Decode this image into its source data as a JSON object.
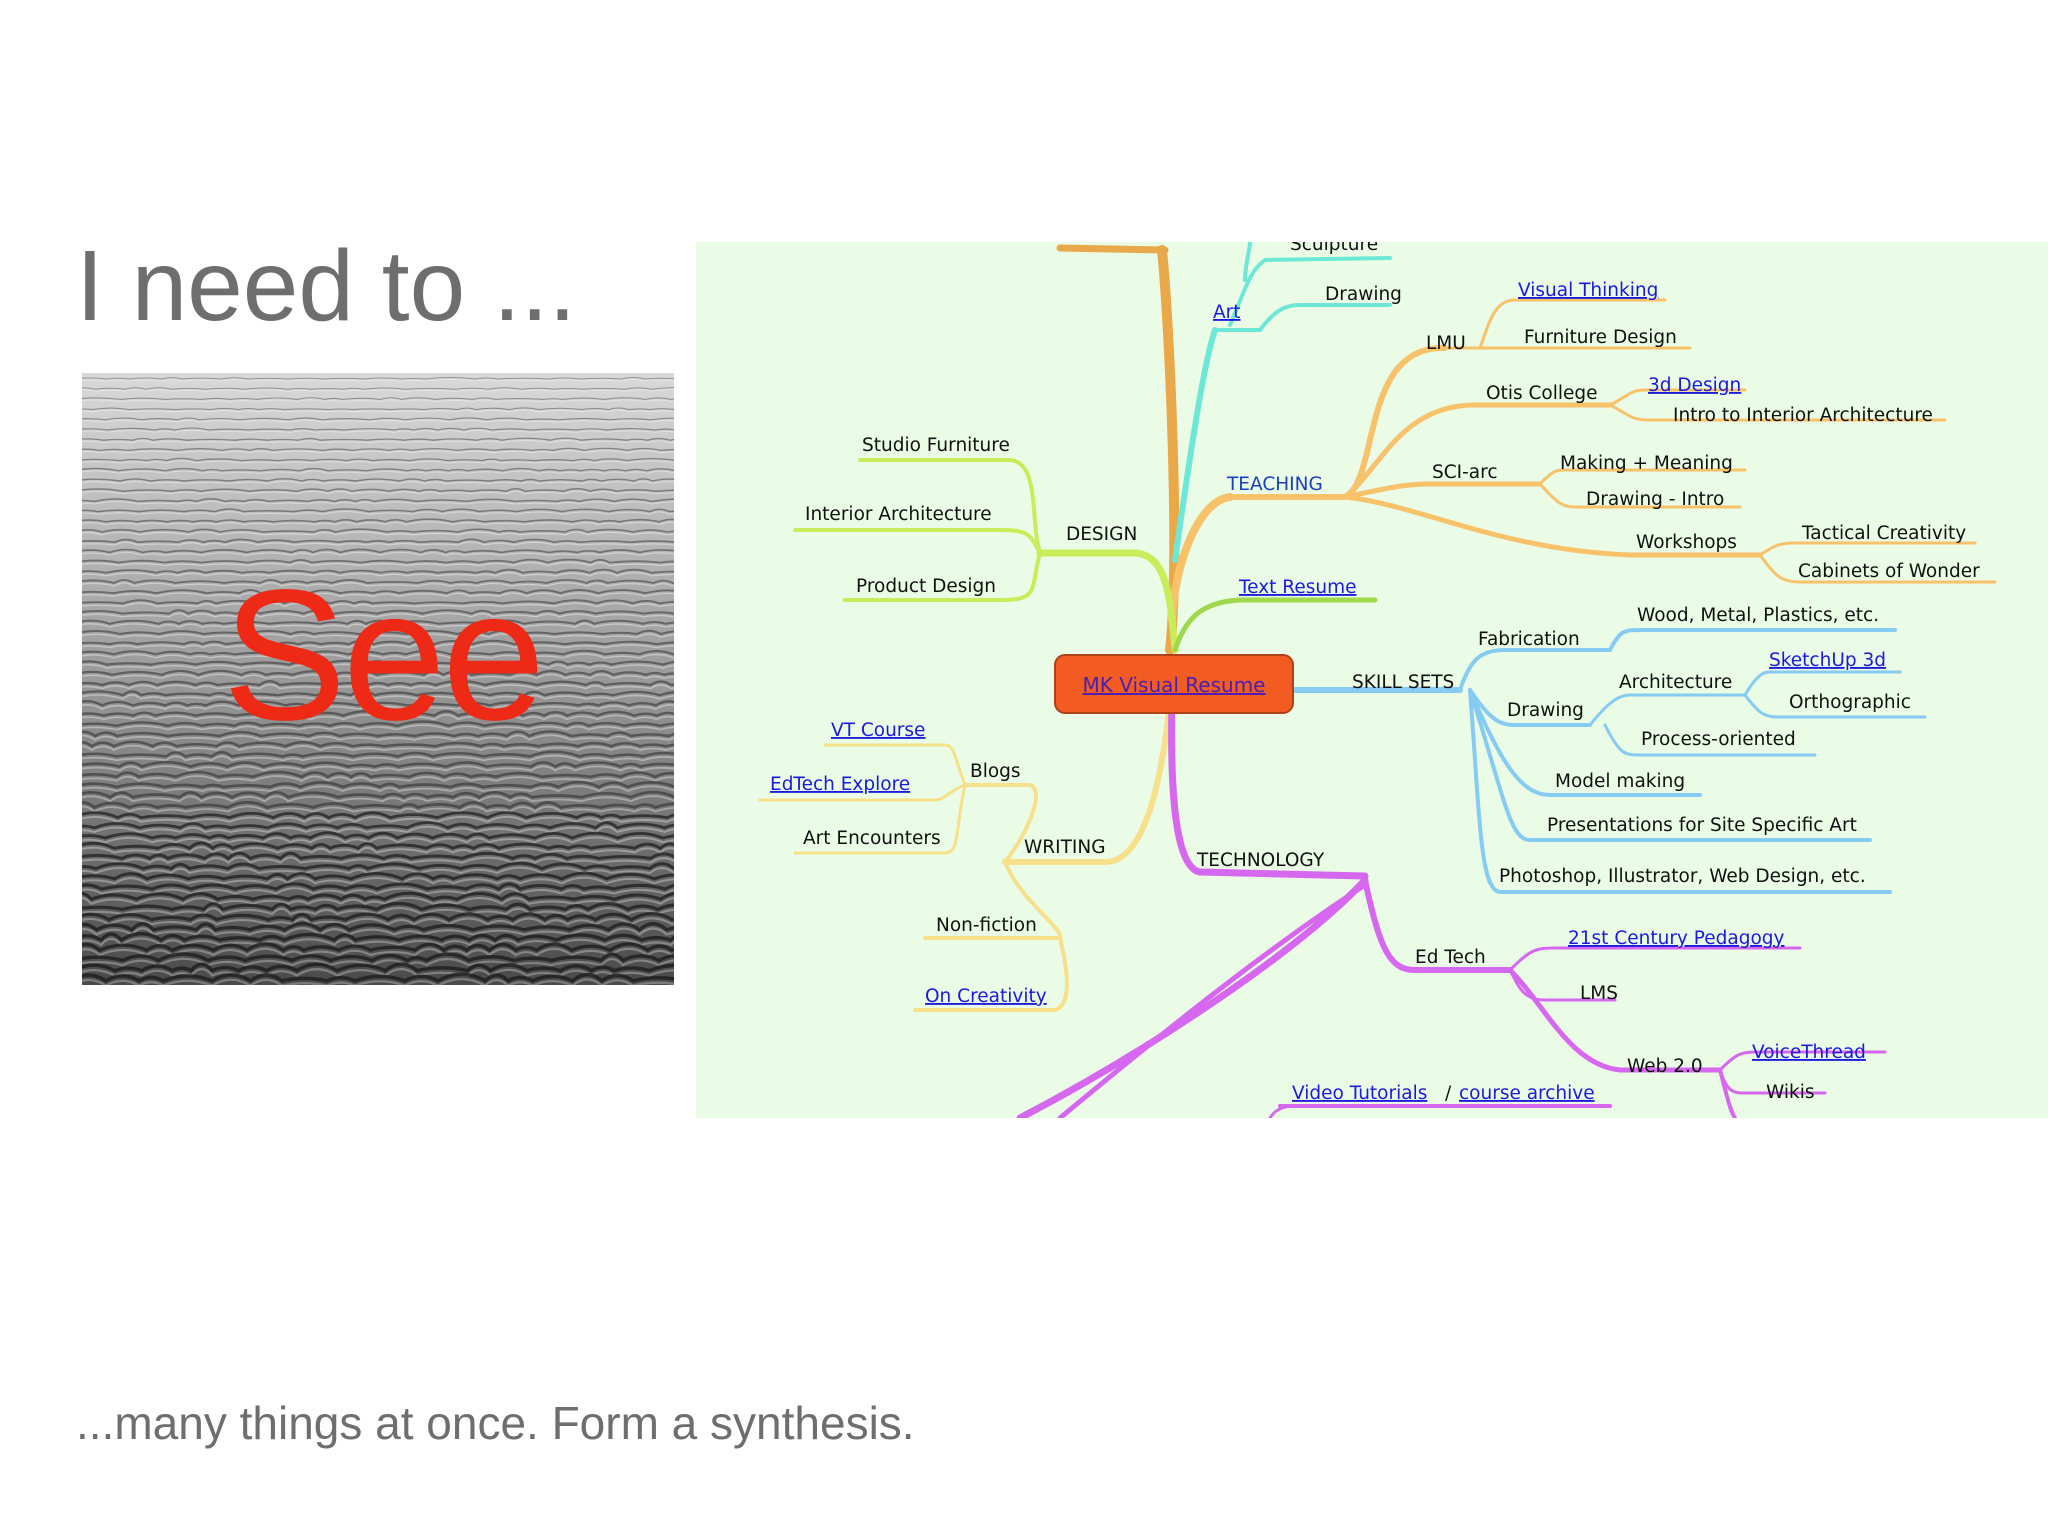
{
  "slide": {
    "title": "I need to ...",
    "overlay_word": "See",
    "footer": "...many things at once. Form a synthesis."
  },
  "colors": {
    "title": "#6e6e6e",
    "overlay_word": "#ee2a16",
    "mindmap_background": "#eafbe6",
    "root_node": "#f25c22",
    "link": "#1a1adb",
    "branch_teaching": "#f7c26a",
    "branch_art": "#6ee8d6",
    "branch_design": "#c9ec5a",
    "branch_skills": "#86cbf2",
    "branch_writing": "#f7e08a",
    "branch_technology": "#d667ef"
  },
  "mindmap": {
    "root": "MK Visual Resume",
    "top_cut": "Sculpture",
    "art": {
      "label": "Art",
      "children": [
        "Drawing"
      ]
    },
    "teaching": {
      "label": "TEACHING",
      "lmu": {
        "label": "LMU",
        "children": [
          "Visual Thinking",
          "Furniture Design"
        ]
      },
      "otis": {
        "label": "Otis College",
        "children": [
          "3d Design",
          "Intro to Interior Architecture"
        ]
      },
      "sciarc": {
        "label": "SCI-arc",
        "children": [
          "Making + Meaning",
          "Drawing - Intro"
        ]
      },
      "workshops": {
        "label": "Workshops",
        "children": [
          "Tactical Creativity",
          "Cabinets of Wonder"
        ]
      }
    },
    "text_resume": "Text Resume",
    "design": {
      "label": "DESIGN",
      "children": [
        "Studio Furniture",
        "Interior Architecture",
        "Product Design"
      ]
    },
    "skill_sets": {
      "label": "SKILL SETS",
      "fabrication": {
        "label": "Fabrication",
        "children": [
          "Wood, Metal, Plastics, etc."
        ]
      },
      "drawing": {
        "label": "Drawing",
        "architecture": {
          "label": "Architecture",
          "children": [
            "SketchUp 3d",
            "Orthographic"
          ]
        },
        "children": [
          "Process-oriented"
        ]
      },
      "others": [
        "Model making",
        "Presentations for Site Specific Art",
        "Photoshop, Illustrator, Web Design, etc."
      ]
    },
    "writing": {
      "label": "WRITING",
      "blogs": {
        "label": "Blogs",
        "children": [
          "VT Course",
          "EdTech Explore",
          "Art Encounters"
        ]
      },
      "nonfiction": {
        "label": "Non-fiction",
        "children": [
          "On Creativity"
        ]
      }
    },
    "technology": {
      "label": "TECHNOLOGY",
      "edtech": {
        "label": "Ed Tech",
        "children": [
          "21st Century Pedagogy",
          "LMS"
        ],
        "web20": {
          "label": "Web 2.0",
          "children": [
            "VoiceThread",
            "Wikis"
          ]
        }
      },
      "video": {
        "tutorials": "Video Tutorials",
        "separator": "/",
        "archive": "course archive"
      }
    }
  }
}
